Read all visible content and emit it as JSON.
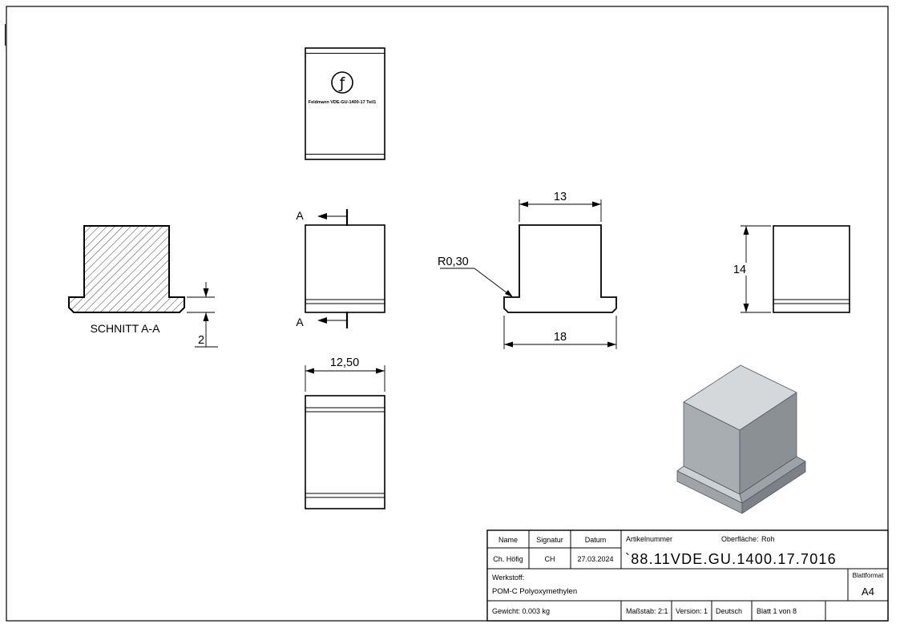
{
  "drawing": {
    "section_view": {
      "label": "SCHNITT A-A",
      "dim_flange": "2"
    },
    "top_view": {
      "logo_glyph": "ƒ",
      "engraving": "Feldmann VDE-GU-1400-17 Teil1"
    },
    "front_view": {
      "cut_label_top": "A",
      "cut_label_bottom": "A"
    },
    "profile_view": {
      "dim_width_top": "13",
      "dim_width_base": "18",
      "radius": "R0,30"
    },
    "right_view": {
      "dim_height": "14"
    },
    "bottom_view": {
      "dim_depth": "12,50"
    }
  },
  "title_block": {
    "col_name": "Name",
    "col_signatur": "Signatur",
    "col_datum": "Datum",
    "name": "Ch. Höfig",
    "signatur": "CH",
    "datum": "27.03.2024",
    "artikelnummer_label": "Artikelnummer",
    "artikelnummer": "`88.11VDE.GU.1400.17.7016",
    "oberflaeche_label": "Oberfläche:",
    "oberflaeche": "Roh",
    "werkstoff_label": "Werkstoff:",
    "werkstoff": "POM-C Polyoxymethylen",
    "blattformat_label": "Blattformat",
    "blattformat": "A4",
    "gewicht": "Gewicht: 0.003 kg",
    "massstab": "Maßstab: 2:1",
    "version": "Version: 1",
    "sprache": "Deutsch",
    "blatt": "Blatt 1 von 8"
  },
  "colors": {
    "line": "#000000",
    "iso_top": "#d5d8db",
    "iso_left": "#a8adb2",
    "iso_right": "#8b9095",
    "iso_flange_top_left": "#cdd1d4",
    "iso_flange_top_right": "#9da2a7",
    "iso_flange_front": "#9fa4a9",
    "iso_flange_right": "#7c8187",
    "iso_edge": "#565b60"
  }
}
